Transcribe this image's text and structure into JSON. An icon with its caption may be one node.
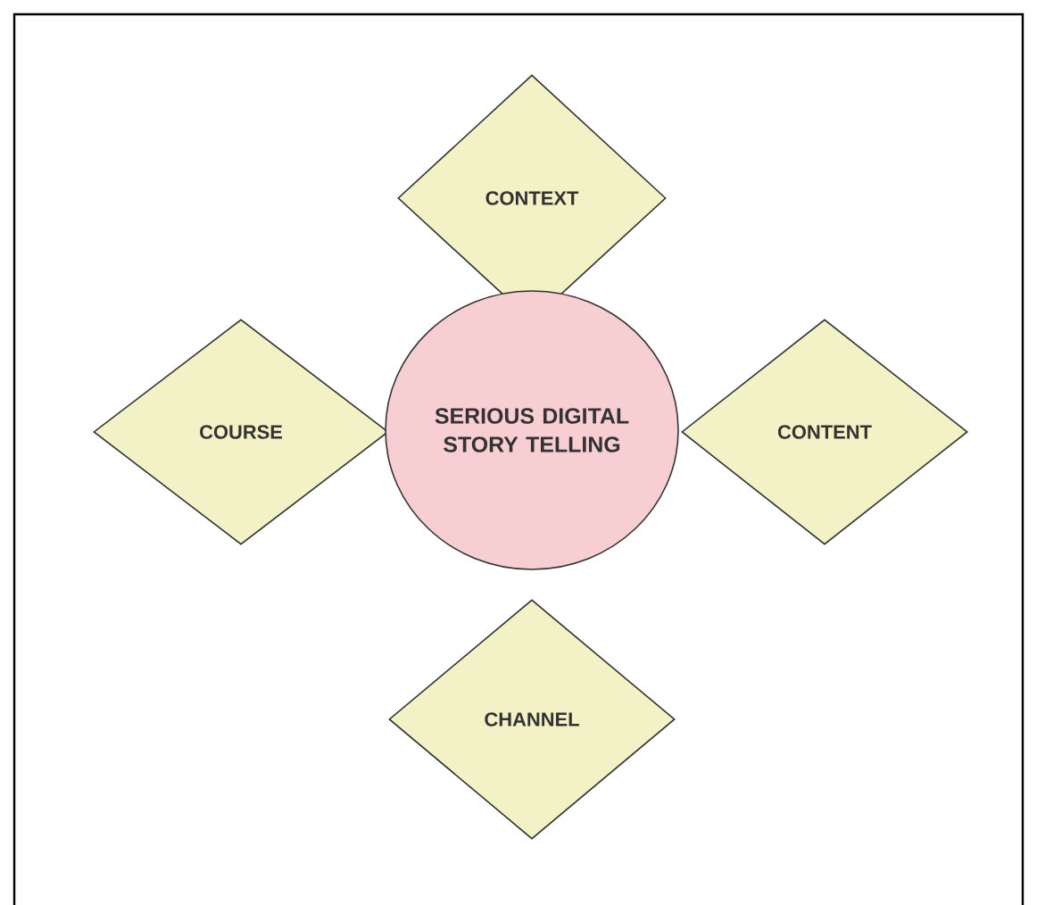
{
  "diagram": {
    "nodes": [
      {
        "text": [
          "CONTEXT"
        ]
      },
      {
        "text": [
          "COURSE"
        ]
      },
      {
        "text": [
          "SERIOUS DIGITAL STORY TELLING"
        ]
      },
      {
        "text": [
          "CONTENT"
        ]
      },
      {
        "text": [
          "CHANNEL"
        ]
      }
    ]
  }
}
